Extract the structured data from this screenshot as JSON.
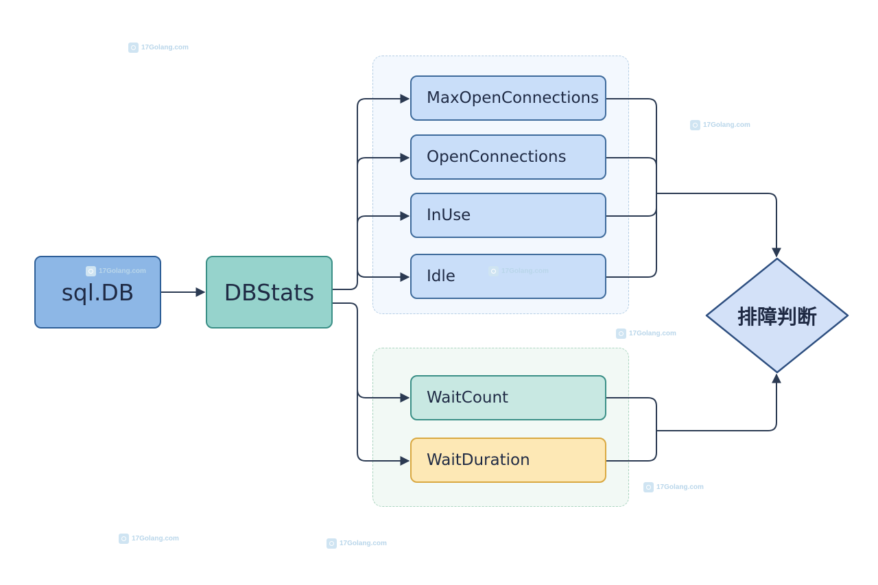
{
  "nodes": {
    "sqldb": "sql.DB",
    "dbstats": "DBStats",
    "max_open_connections": "MaxOpenConnections",
    "open_connections": "OpenConnections",
    "in_use": "InUse",
    "idle": "Idle",
    "wait_count": "WaitCount",
    "wait_duration": "WaitDuration",
    "decision": "排障判断"
  },
  "watermark": "17Golang.com",
  "colors": {
    "sqldb_fill": "#8db7e6",
    "dbstats_fill": "#96d3cc",
    "connection_fill": "#c9def9",
    "waitcount_fill": "#c8e8e2",
    "waitduration_fill": "#fde8b5",
    "decision_fill": "#d3e1f8",
    "edge": "#2b3a52"
  }
}
